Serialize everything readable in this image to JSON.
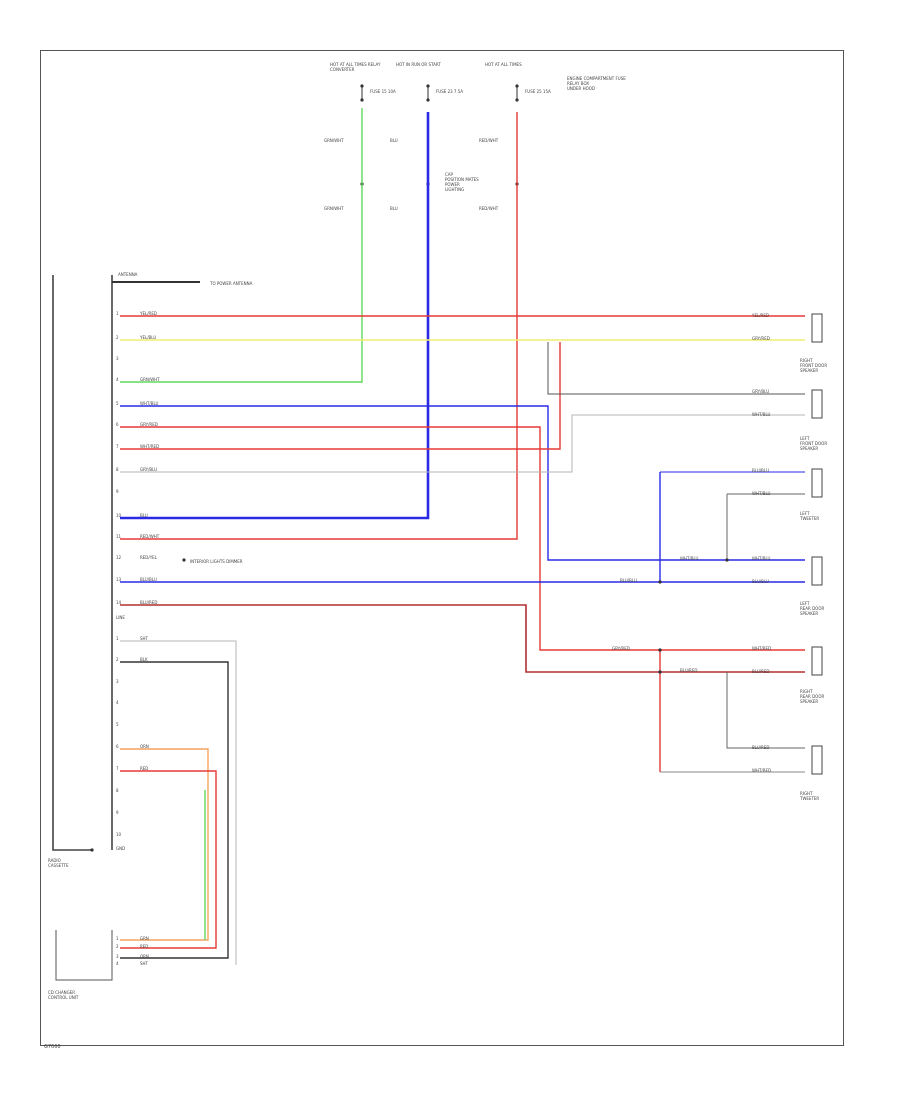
{
  "diagram": {
    "type": "wiring-diagram",
    "wire_colors": {
      "red": "#e53935",
      "yellow": "#f2ee70",
      "green": "#62d85a",
      "blue": "#2a2ae6",
      "gray": "#b5b5b5",
      "dark": "#333333",
      "orange": "#f4a460",
      "brown_red": "#b03030"
    },
    "top_feeds": [
      {
        "id": "feed-1",
        "label": "HOT AT ALL TIMES RELAY / CONVERTER",
        "fuse": "FUSE 15 10A",
        "wire_label": "GRN/WHT",
        "wire_label2": "GRN/WHT",
        "color": "green"
      },
      {
        "id": "feed-2",
        "label": "HOT IN RUN OR START",
        "fuse": "FUSE 23 7.5A",
        "wire_label": "BLU",
        "wire_label2": "BLU",
        "color": "blue"
      },
      {
        "id": "feed-3",
        "label": "HOT AT ALL TIMES",
        "fuse": "FUSE 25 15A",
        "wire_label": "RED/WHT",
        "wire_label2": "RED/WHT",
        "color": "red"
      }
    ],
    "side_notes": {
      "feed2_note": "CAP / POSITION MATES / POWER / LIGHTING",
      "feed3_note": "ENGINE COMPARTMENT FUSE / RELAY BOX / UNDER HOOD"
    },
    "radio_unit": {
      "label": "RADIO / CASSETTE",
      "antenna_label": "TO POWER ANTENNA"
    },
    "radio_pins": [
      {
        "pin": "1",
        "wire": "YEL/RED",
        "color": "red"
      },
      {
        "pin": "2",
        "wire": "YEL/BLU",
        "color": "yellow"
      },
      {
        "pin": "3",
        "wire": "",
        "color": "none"
      },
      {
        "pin": "4",
        "wire": "GRN/WHT",
        "color": "green"
      },
      {
        "pin": "5",
        "wire": "WHT/BLU",
        "color": "blue"
      },
      {
        "pin": "6",
        "wire": "GRY/RED",
        "color": "red"
      },
      {
        "pin": "7",
        "wire": "WHT/RED",
        "color": "red"
      },
      {
        "pin": "8",
        "wire": "GRY/BLU",
        "color": "gray"
      },
      {
        "pin": "9",
        "wire": "",
        "color": "none"
      },
      {
        "pin": "10",
        "wire": "BLU",
        "color": "blue"
      },
      {
        "pin": "11",
        "wire": "RED/WHT",
        "color": "red"
      },
      {
        "pin": "12",
        "wire": "RED/YEL",
        "color": "yellow"
      },
      {
        "pin": "13",
        "wire": "BLU/BLU",
        "color": "blue"
      },
      {
        "pin": "14",
        "wire": "BLU/RED",
        "color": "dark"
      }
    ],
    "radio_pins_lower": [
      {
        "pin": "LINE",
        "wire": "",
        "color": "none"
      },
      {
        "pin": "1",
        "wire": "SHT",
        "color": "gray"
      },
      {
        "pin": "2",
        "wire": "BLK",
        "color": "dark"
      },
      {
        "pin": "3",
        "wire": "",
        "color": "none"
      },
      {
        "pin": "4",
        "wire": "",
        "color": "none"
      },
      {
        "pin": "5",
        "wire": "",
        "color": "none"
      },
      {
        "pin": "6",
        "wire": "ORN",
        "color": "orange"
      },
      {
        "pin": "7",
        "wire": "RED",
        "color": "red"
      },
      {
        "pin": "8",
        "wire": "",
        "color": "none"
      },
      {
        "pin": "9",
        "wire": "",
        "color": "none"
      },
      {
        "pin": "10",
        "wire": "",
        "color": "none"
      }
    ],
    "dimmer_label": "INTERIOR LIGHTS DIMMER",
    "ground_label": "GND",
    "cd_changer": {
      "label": "CD CHANGER / CONTROL UNIT",
      "pins": [
        {
          "pin": "1",
          "wire": "GRN",
          "color": "green"
        },
        {
          "pin": "2",
          "wire": "RED",
          "color": "red"
        },
        {
          "pin": "3",
          "wire": "ORN",
          "color": "dark"
        },
        {
          "pin": "4",
          "wire": "SHT",
          "color": "gray"
        }
      ]
    },
    "speakers": [
      {
        "id": "rf-door",
        "label": "RIGHT FRONT DOOR SPEAKER",
        "wire_a": "YEL/RED",
        "wire_b": "GRY/RED"
      },
      {
        "id": "lf-door",
        "label": "LEFT FRONT DOOR SPEAKER",
        "wire_a": "GRY/BLU",
        "wire_b": "WHT/BLU"
      },
      {
        "id": "left-tweeter",
        "label": "LEFT TWEETER",
        "wire_a": "BLU/BLU",
        "wire_b": "WHT/BLU"
      },
      {
        "id": "lr-speaker",
        "label": "LEFT REAR DOOR SPEAKER",
        "wire_a": "WHT/BLU",
        "wire_b": "BLU/BLU"
      },
      {
        "id": "rr-speaker",
        "label": "RIGHT REAR DOOR SPEAKER",
        "wire_a": "WHT/RED",
        "wire_b": "BLU/RED"
      },
      {
        "id": "right-tweeter",
        "label": "RIGHT TWEETER",
        "wire_a": "BLU/RED",
        "wire_b": "WHT/RED"
      }
    ],
    "footer": "G7666"
  }
}
